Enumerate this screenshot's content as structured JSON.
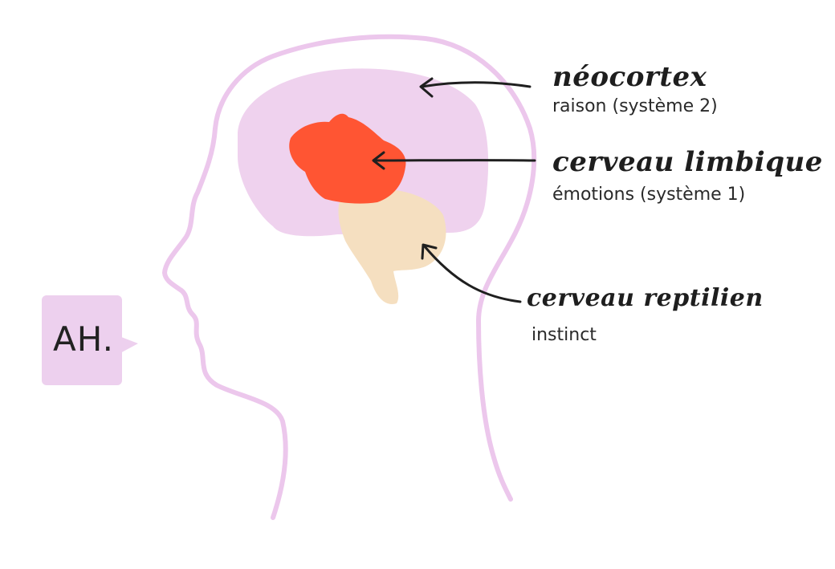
{
  "colors": {
    "head_outline": "#ecc7ec",
    "neocortex": "#efd2ee",
    "limbic": "#ff5533",
    "reptilian": "#f5dfc0",
    "bubble": "#edd0ee",
    "arrow": "#1f1f1f",
    "text": "#1e1e1e"
  },
  "labels": {
    "neocortex": {
      "title": "néocortex",
      "subtitle": "raison (système 2)"
    },
    "limbic": {
      "title": "cerveau limbique",
      "subtitle": "émotions (système 1)"
    },
    "reptilian": {
      "title": "cerveau reptilien",
      "subtitle": "instinct"
    }
  },
  "speech_bubble": {
    "text": "AH."
  }
}
